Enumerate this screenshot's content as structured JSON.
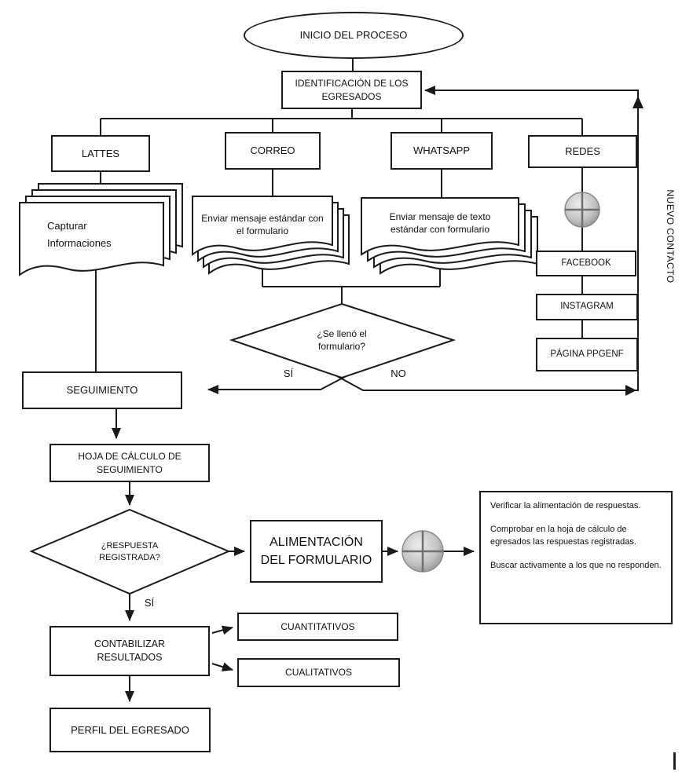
{
  "diagram": {
    "start": "INICIO DEL PROCESO",
    "identificacion": "IDENTIFICACIÓN DE LOS EGRESADOS",
    "channels": {
      "lattes": "LATTES",
      "correo": "CORREO",
      "whatsapp": "WHATSAPP",
      "redes": "REDES"
    },
    "docs": {
      "lattes": "Capturar Informaciones",
      "correo": "Enviar mensaje estándar con el formulario",
      "whatsapp": "Enviar mensaje de texto estándar con formulario"
    },
    "redes_list": {
      "facebook": "FACEBOOK",
      "instagram": "INSTAGRAM",
      "pagina": "PÁGINA PPGENF"
    },
    "side_label": "NUEVO CONTACTO",
    "decision_formulario": "¿Se llenó el formulario?",
    "yes1": "SÍ",
    "no1": "NO",
    "seguimiento": "SEGUIMIENTO",
    "hoja_calculo": "HOJA DE CÁLCULO DE SEGUIMIENTO",
    "decision_respuesta": "¿RESPUESTA REGISTRADA?",
    "yes2": "SÍ",
    "alimentacion": "ALIMENTACIÓN DEL FORMULARIO",
    "notas": [
      "Verificar la alimentación de respuestas.",
      "Comprobar en la hoja de cálculo de egresados las respuestas registradas.",
      "Buscar activamente a los que no responden."
    ],
    "contabilizar": "CONTABILIZAR RESULTADOS",
    "cuantitativos": "CUANTITATIVOS",
    "cualitativos": "CUALITATIVOS",
    "perfil": "PERFIL DEL EGRESADO"
  },
  "colors": {
    "line": "#1a1a1a",
    "background": "#ffffff",
    "connector_gray": "#bfbfbf"
  }
}
